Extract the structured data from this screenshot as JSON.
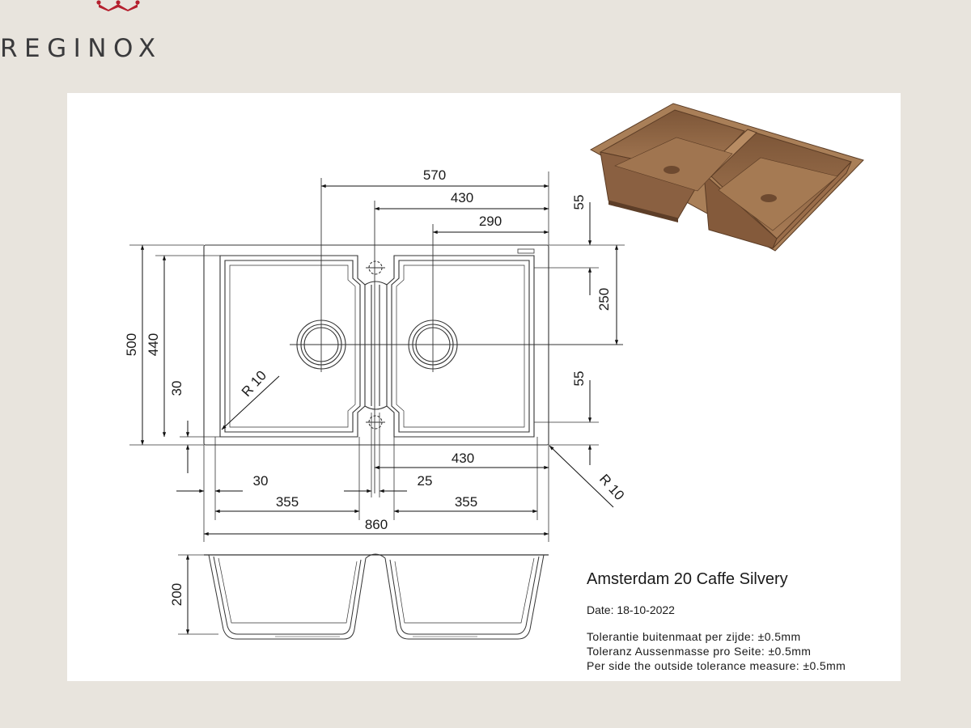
{
  "brand": {
    "name": "REGINOX",
    "crown_color": "#b5202e",
    "text_color": "#3a3a3c"
  },
  "product": {
    "title": "Amsterdam 20 Caffe Silvery",
    "date": "Date: 18-10-2022",
    "tolerances": [
      "Tolerantie buitenmaat per zijde: ±0.5mm",
      "Toleranz Aussenmasse pro Seite: ±0.5mm",
      "Per side the outside tolerance measure: ±0.5mm"
    ],
    "render_color": "#9b6f4a"
  },
  "dimensions": {
    "top_570": "570",
    "top_430": "430",
    "top_290": "290",
    "right_55_top": "55",
    "right_250": "250",
    "right_55_bottom": "55",
    "left_500": "500",
    "left_440": "440",
    "left_30": "30",
    "radius_inner": "R 10",
    "radius_outer": "R 10",
    "bottom_430": "430",
    "bottom_30": "30",
    "bottom_25": "25",
    "bottom_355_left": "355",
    "bottom_355_right": "355",
    "bottom_860": "860",
    "depth_200": "200"
  }
}
